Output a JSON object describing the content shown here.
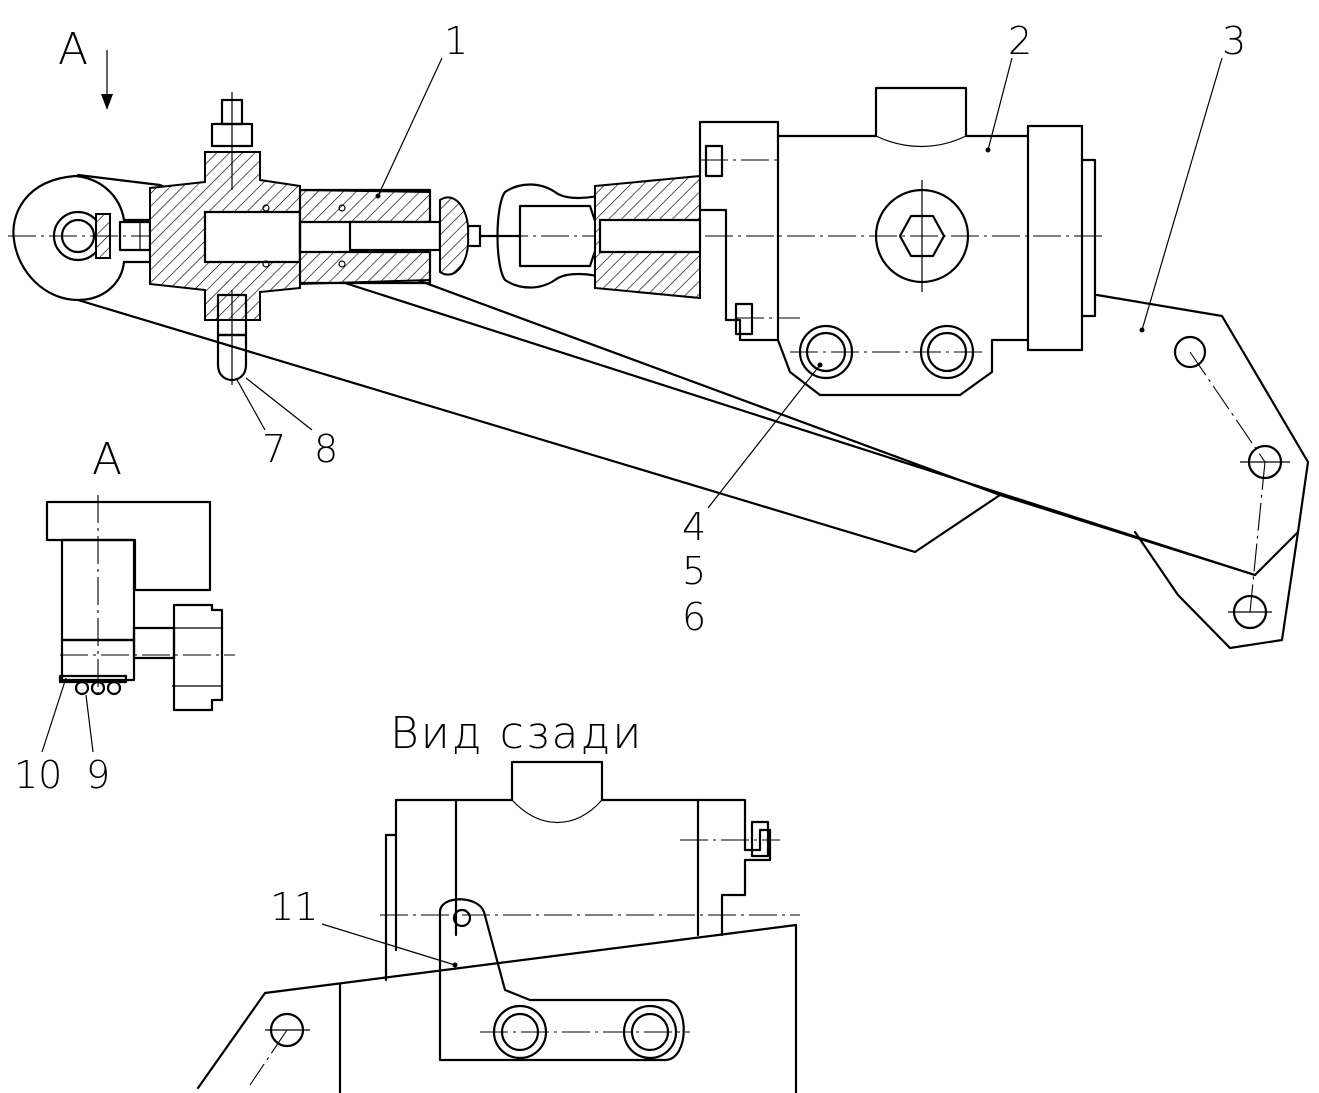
{
  "arrow_view_label": "A",
  "section_view_label": "A",
  "rear_view_title": "Вид сзади",
  "callouts": {
    "c1": "1",
    "c2": "2",
    "c3": "3",
    "c4": "4",
    "c5": "5",
    "c6": "6",
    "c7": "7",
    "c8": "8",
    "c9": "9",
    "c10": "10",
    "c11": "11"
  }
}
